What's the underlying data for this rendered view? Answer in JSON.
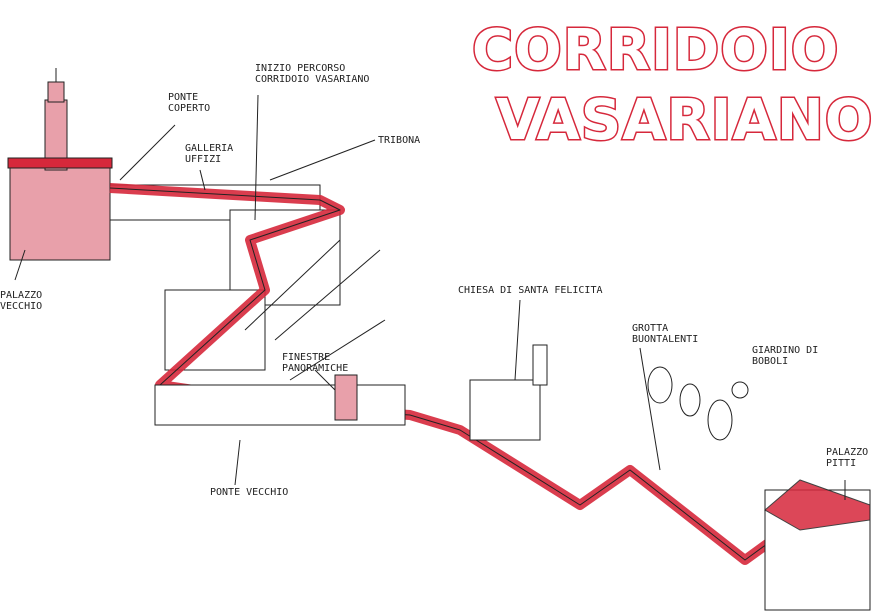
{
  "title": {
    "line1": "CORRIDOIO",
    "line2": "VASARIANO"
  },
  "labels": {
    "palazzo_vecchio": [
      "PALAZZO",
      "VECCHIO"
    ],
    "ponte_coperto": [
      "PONTE",
      "COPERTO"
    ],
    "galleria_uffizi": [
      "GALLERIA",
      "UFFIZI"
    ],
    "inizio_percorso": [
      "INIZIO PERCORSO",
      "CORRIDOIO VASARIANO"
    ],
    "tribuna": [
      "TRIBONA"
    ],
    "finestre_panoramiche": [
      "FINESTRE",
      "PANORAMICHE"
    ],
    "ponte_vecchio": [
      "PONTE VECCHIO"
    ],
    "chiesa_santa_felicita": [
      "CHIESA DI SANTA FELICITA"
    ],
    "grotta_buontalenti": [
      "GROTTA",
      "BUONTALENTI"
    ],
    "giardino_boboli": [
      "GIARDINO DI",
      "BOBOLI"
    ],
    "palazzo_pitti": [
      "PALAZZO",
      "PITTI"
    ]
  },
  "colors": {
    "corridor_red": "#d6283b",
    "ink": "#222222",
    "paper": "#ffffff"
  }
}
